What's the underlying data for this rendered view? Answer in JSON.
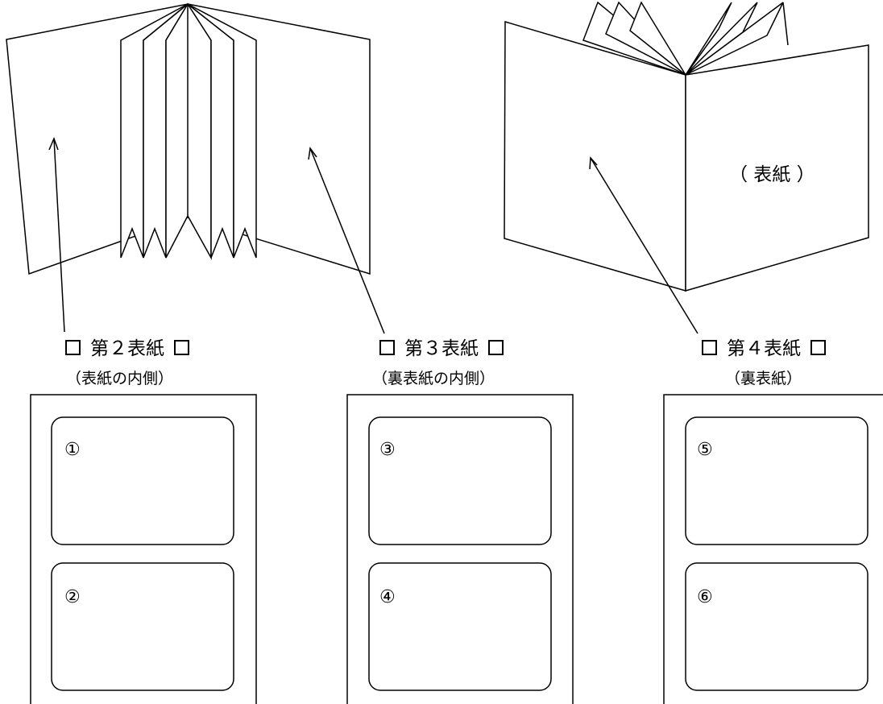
{
  "cover_text": "（ 表紙 ）",
  "labels": {
    "second": {
      "text": "第２表紙",
      "sub": "（表紙の内側）"
    },
    "third": {
      "text": "第３表紙",
      "sub": "（裏表紙の内側）"
    },
    "fourth": {
      "text": "第４表紙",
      "sub": "（裏表紙）"
    }
  },
  "slots": {
    "s1": "①",
    "s2": "②",
    "s3": "③",
    "s4": "④",
    "s5": "⑤",
    "s6": "⑥"
  }
}
